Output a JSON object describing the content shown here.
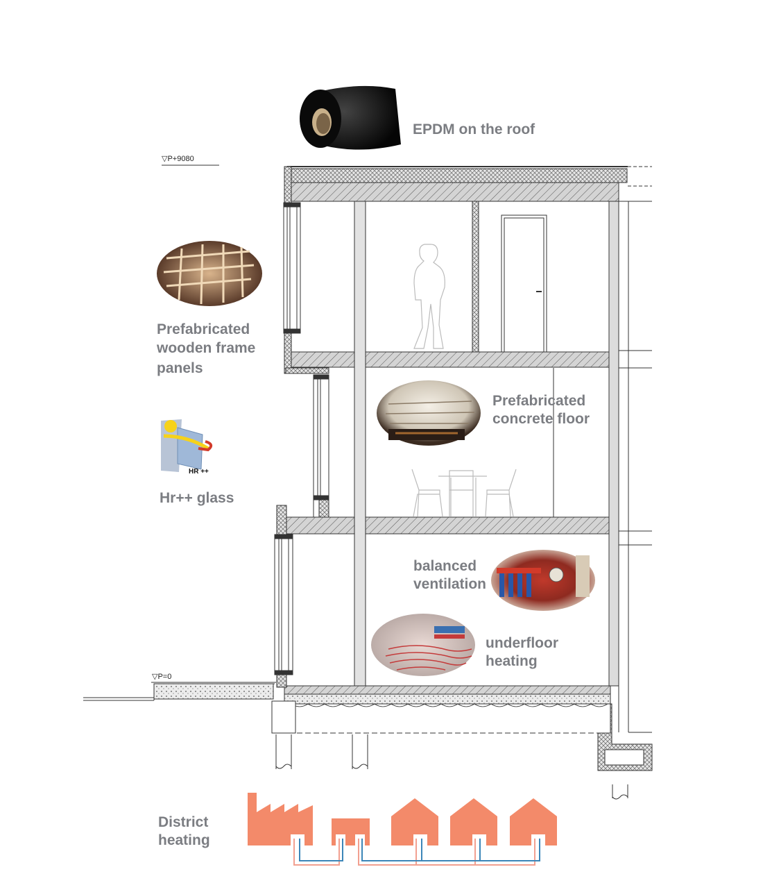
{
  "levels": {
    "top": "▽P+9080",
    "ground": "▽P=0"
  },
  "labels": {
    "epdm": "EPDM on the roof",
    "wood_line1": "Prefabricated",
    "wood_line2": "wooden frame",
    "wood_line3": "panels",
    "glass": "Hr++ glass",
    "glass_badge": "HR ++",
    "concrete_line1": "Prefabricated",
    "concrete_line2": "concrete floor",
    "vent_line1": "balanced",
    "vent_line2": "ventilation",
    "floor_line1": "underfloor",
    "floor_line2": "heating",
    "district_line1": "District",
    "district_line2": "heating"
  },
  "colors": {
    "label_text": "#7b7d82",
    "heating_orange": "#f38a6a",
    "supply_pipe": "#f2a090",
    "return_pipe": "#3c86b8",
    "line": "#333333",
    "hatch_fill": "#cfcfcf"
  }
}
